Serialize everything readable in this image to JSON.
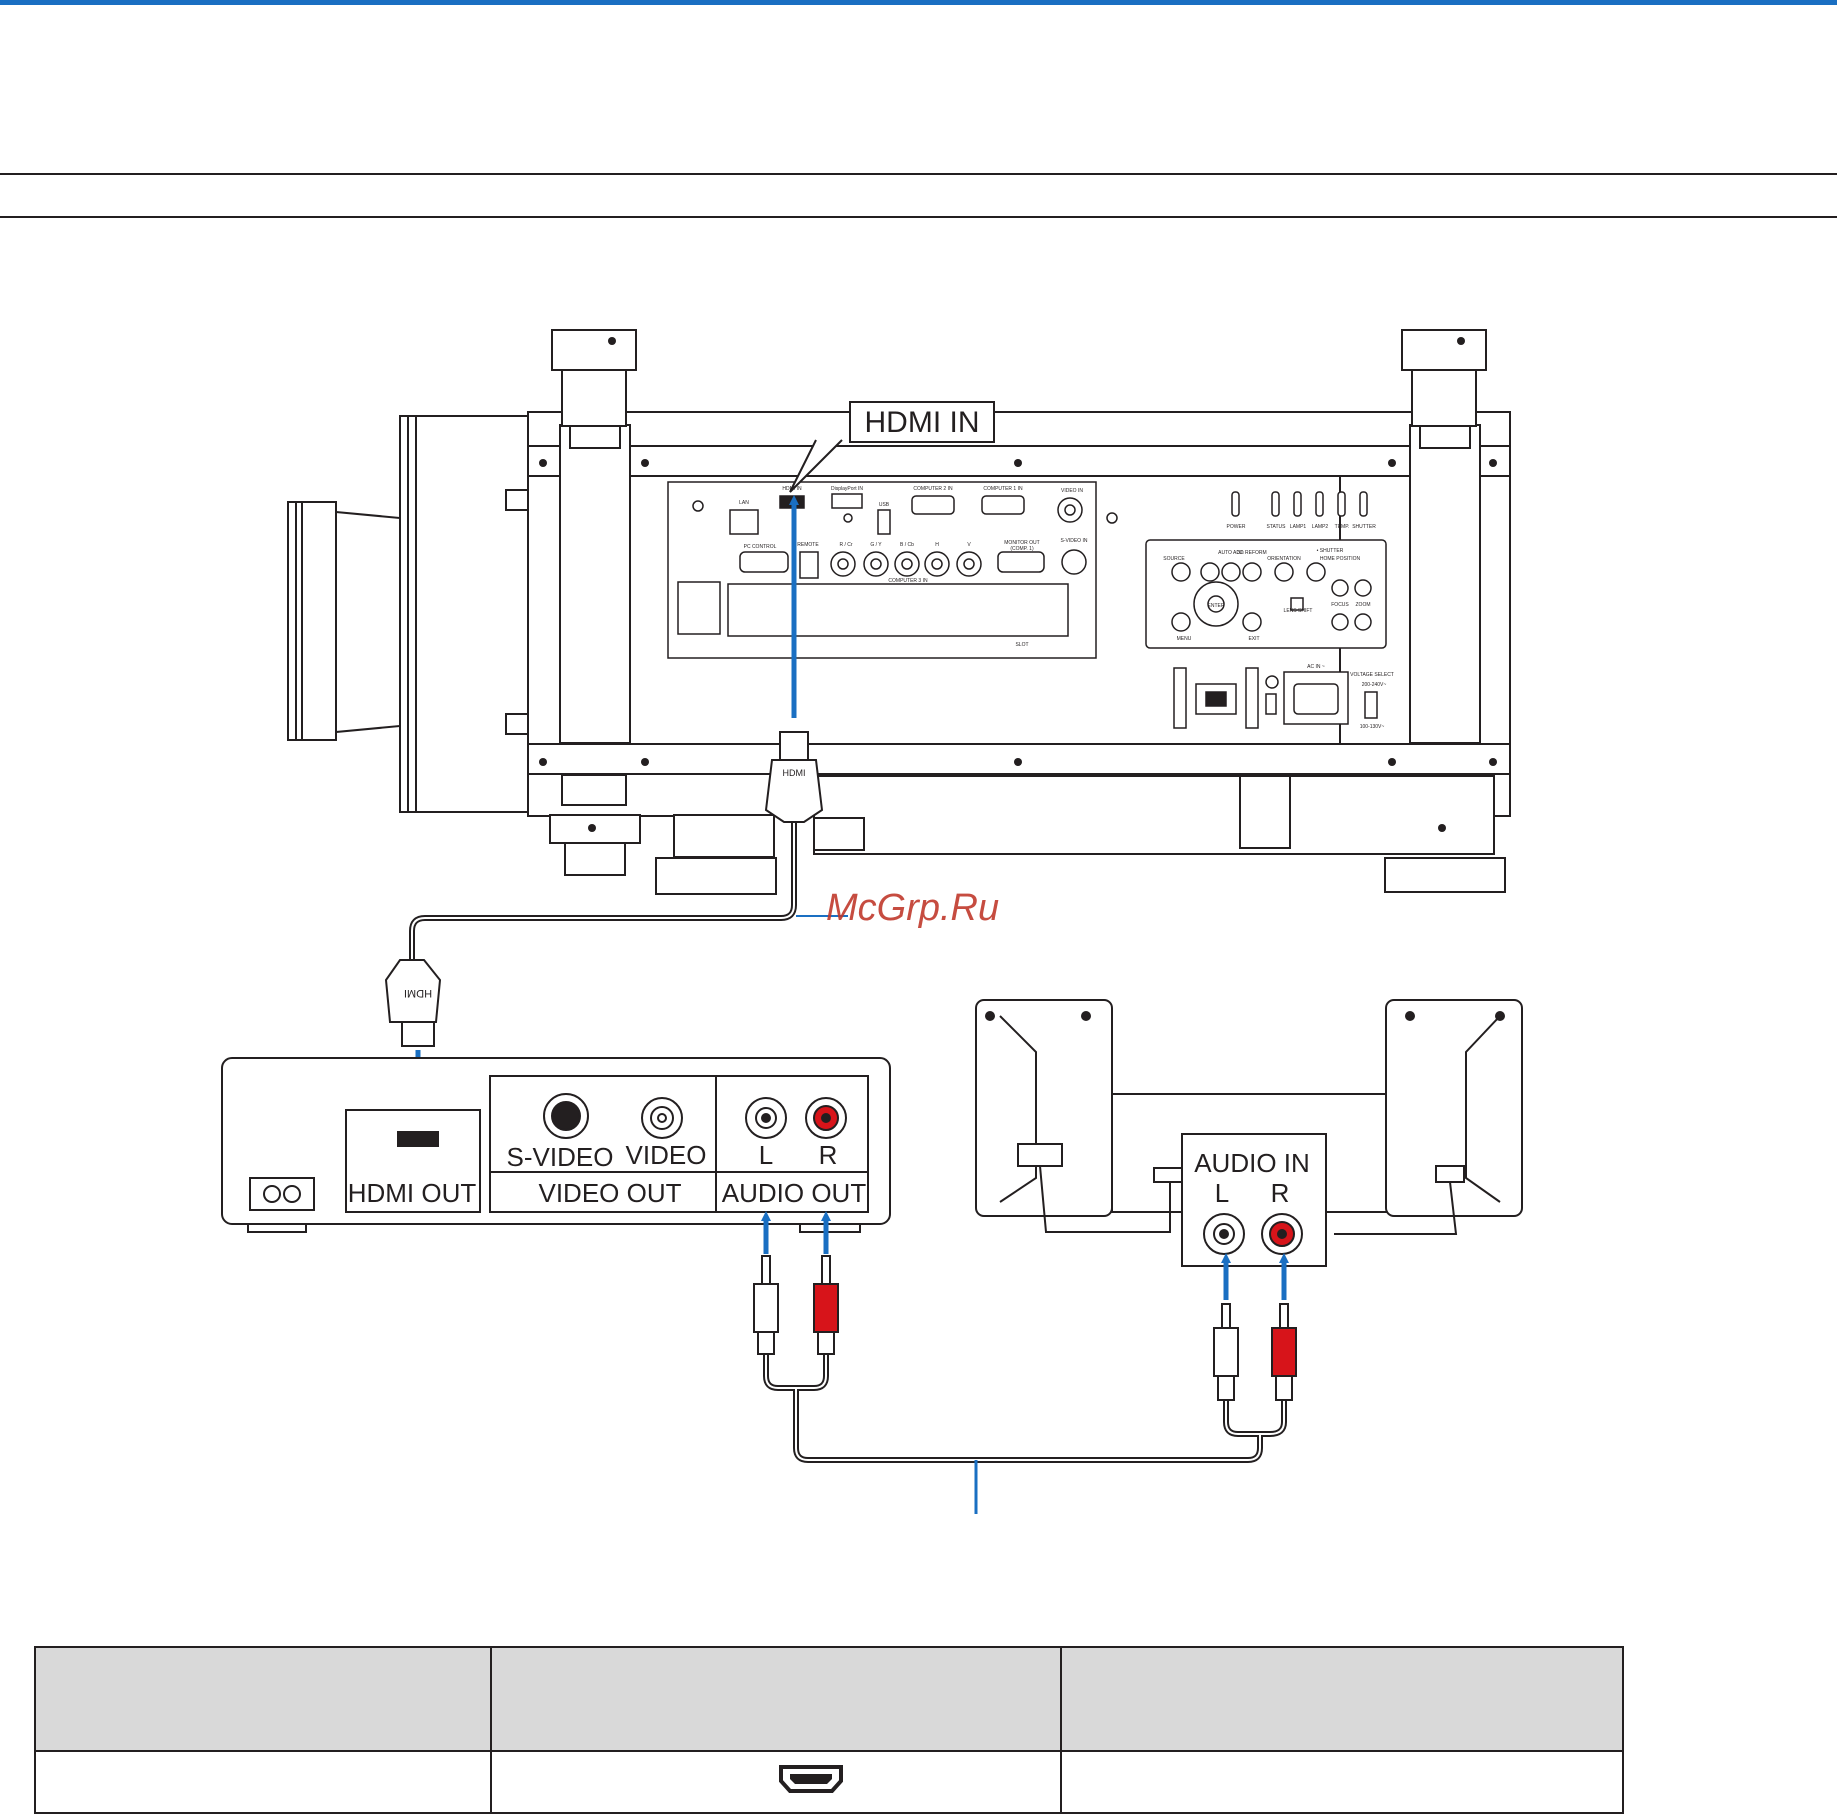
{
  "labels": {
    "hdmi_in_callout": "HDMI IN",
    "watermark": "McGrp.Ru",
    "hdmi_plug_text": "HDMI",
    "source": {
      "hdmi_out": "HDMI OUT",
      "s_video": "S-VIDEO",
      "video": "VIDEO",
      "video_out": "VIDEO OUT",
      "audio_l": "L",
      "audio_r": "R",
      "audio_out": "AUDIO OUT"
    },
    "speakers": {
      "audio_in": "AUDIO IN",
      "l": "L",
      "r": "R"
    },
    "panel": {
      "lan": "LAN",
      "hdmi_in": "HDMI IN",
      "displayport_in": "DisplayPort IN",
      "computer2_in": "COMPUTER 2 IN",
      "computer1_in": "COMPUTER 1 IN",
      "video_in": "VIDEO IN",
      "usb": "USB",
      "pc_control": "PC CONTROL",
      "remote": "REMOTE",
      "r_cr": "R / Cr",
      "g_y": "G / Y",
      "b_cb": "B / Cb",
      "h": "H",
      "v": "V",
      "computer3_in": "COMPUTER 3 IN",
      "monitor_out": "MONITOR OUT",
      "monitor_out_sub": "(COMP. 1)",
      "s_video_in": "S-VIDEO IN",
      "slot": "SLOT",
      "power": "POWER",
      "status": "STATUS",
      "lamp1": "LAMP1",
      "lamp2": "LAMP2",
      "temp": "TEMP.",
      "shutter": "SHUTTER",
      "source": "SOURCE",
      "auto_adj": "AUTO ADJ.",
      "reform_3d": "3D REFORM",
      "orientation": "ORIENTATION",
      "shutter_home": "• SHUTTER",
      "home_position": "HOME POSITION",
      "lens_shift": "LENS SHIFT",
      "focus": "FOCUS",
      "zoom": "ZOOM",
      "menu": "MENU",
      "exit": "EXIT",
      "enter": "ENTER",
      "ac_in": "AC IN ~",
      "voltage_select": "VOLTAGE SELECT",
      "v_200": "200-240V~",
      "v_100": "100-130V~"
    }
  },
  "table": {
    "header": [
      "",
      "",
      ""
    ],
    "row": [
      "",
      "",
      ""
    ],
    "row_icon": "hdmi-port-icon"
  },
  "colors": {
    "accent_blue": "#1a6fc2",
    "line": "#231f20",
    "red_jack": "#d7141a",
    "watermark": "#c0392b",
    "table_header": "#d9d9d9"
  }
}
